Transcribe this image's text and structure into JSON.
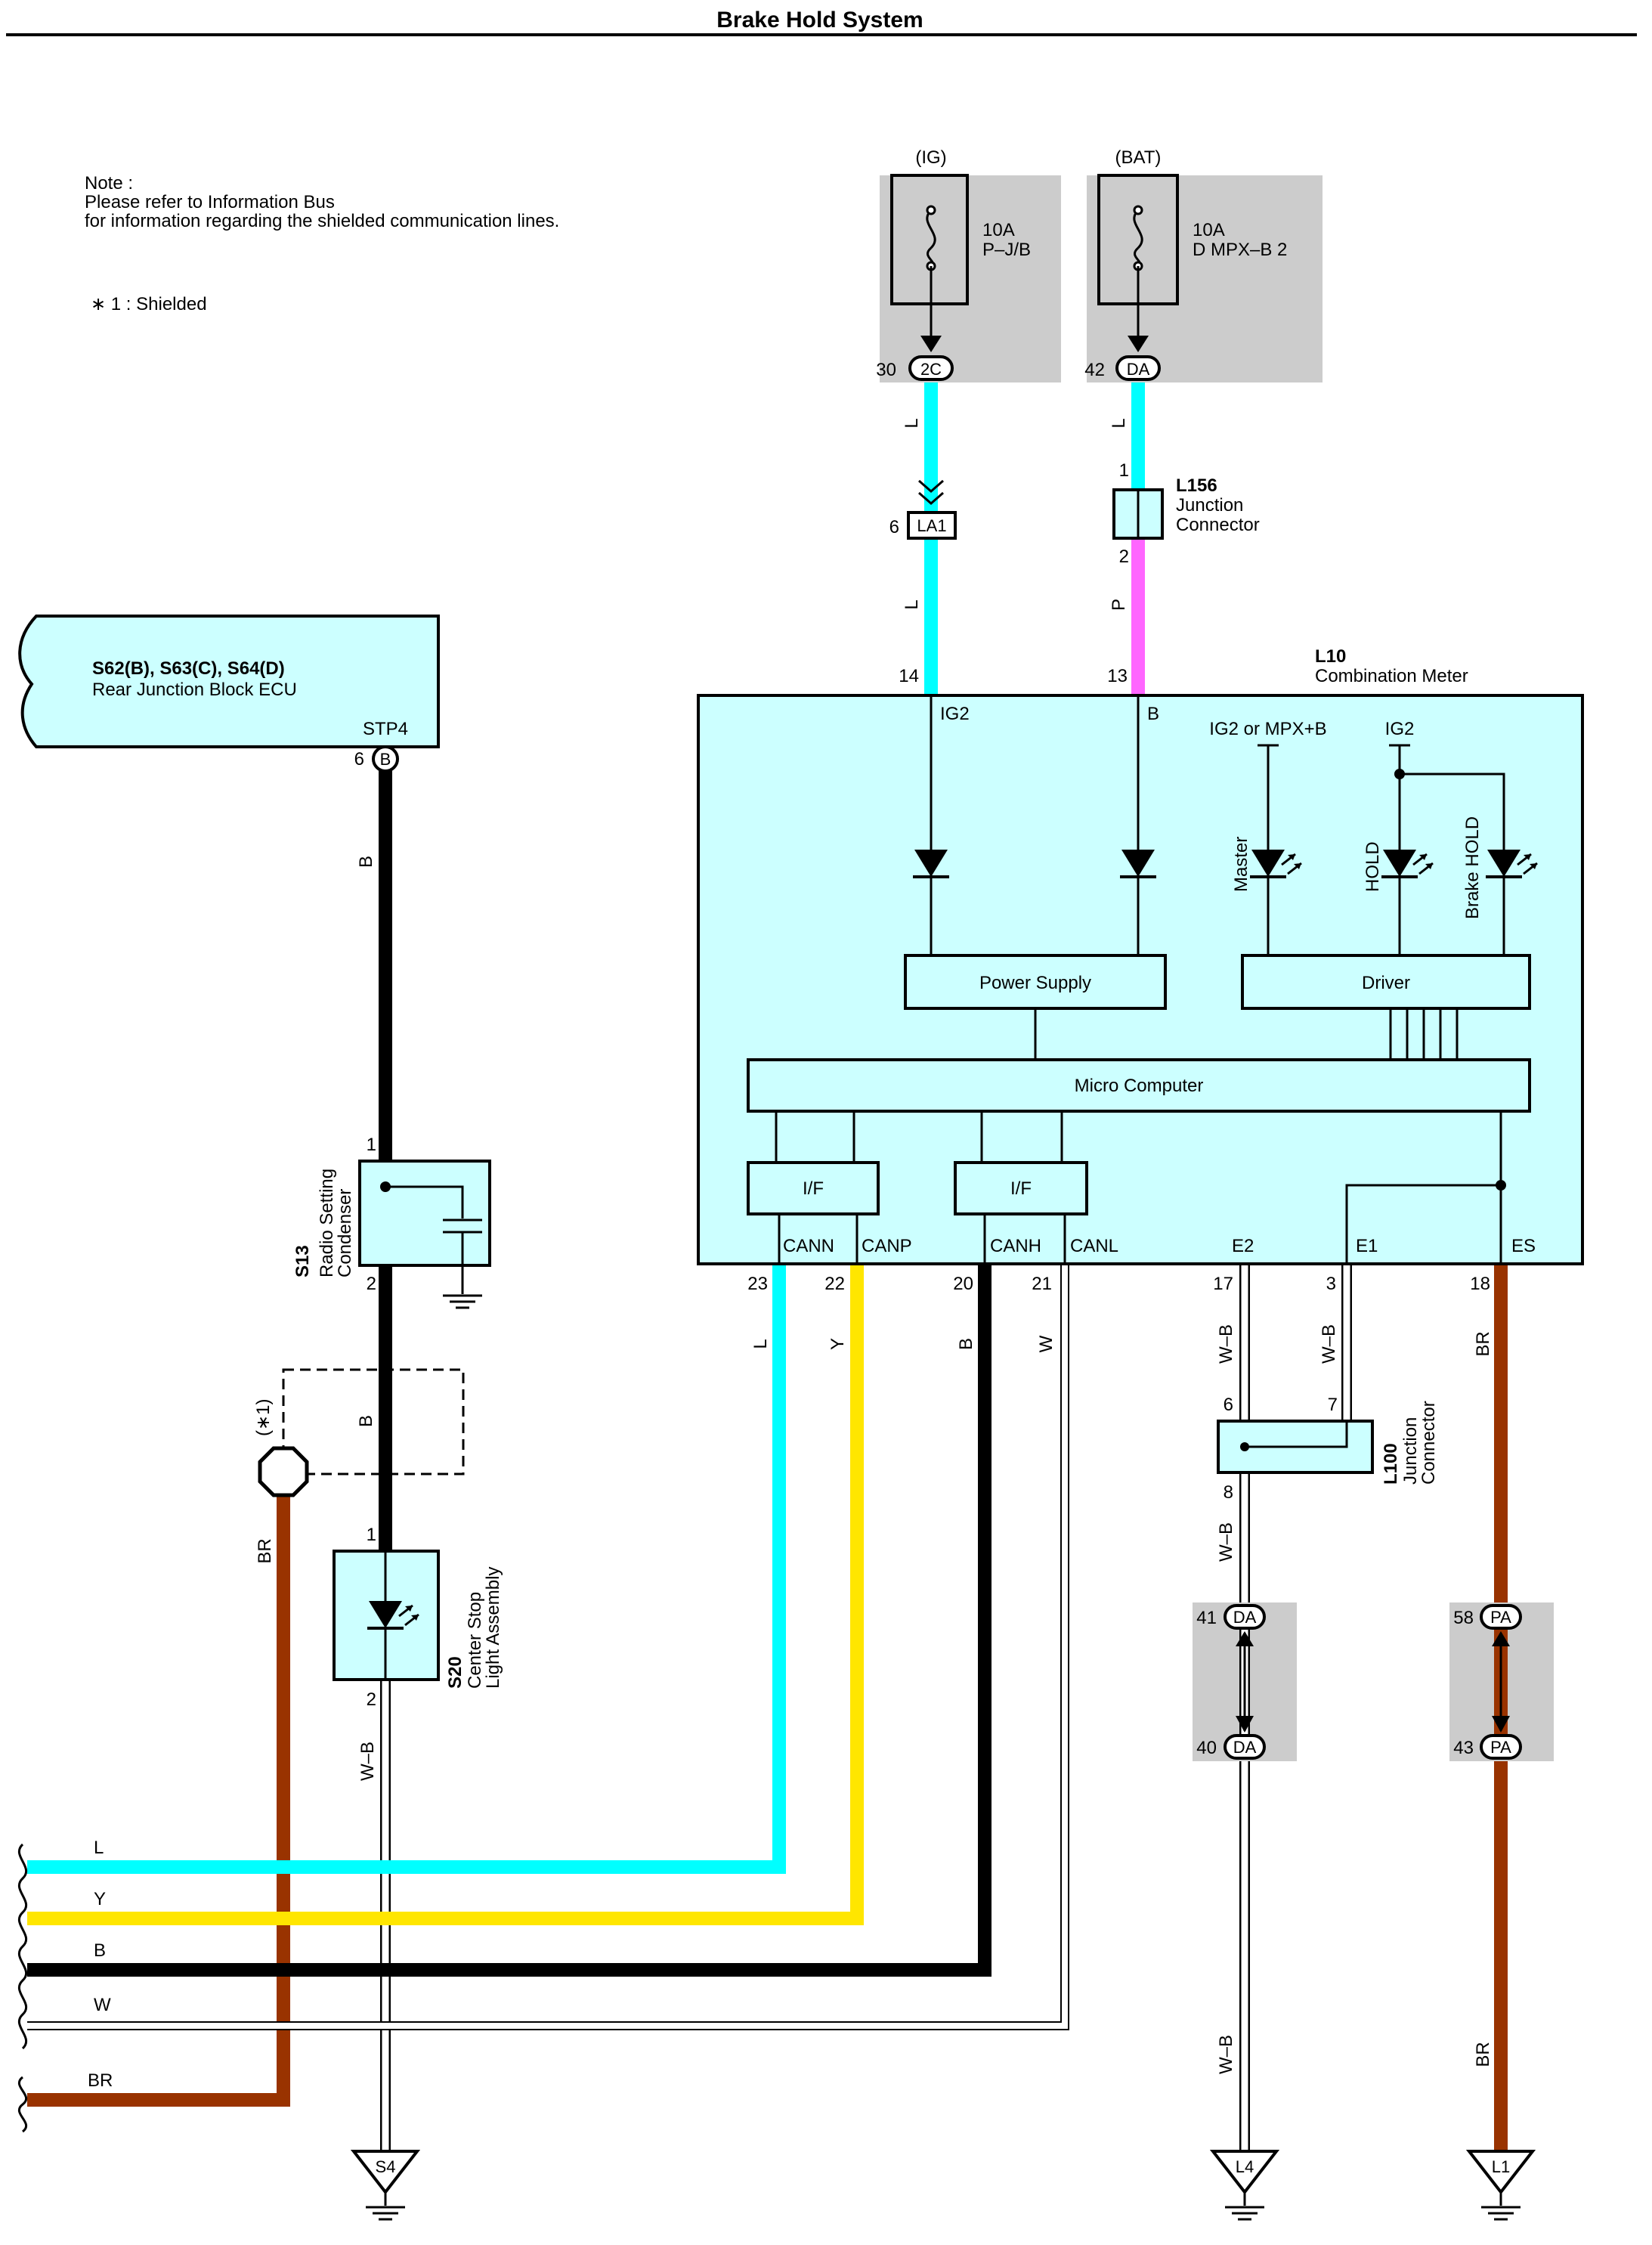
{
  "title": "Brake Hold System",
  "note": {
    "heading": "Note :",
    "line1": "Please refer to Information Bus",
    "line2": "for information regarding the shielded communication lines.",
    "shield_note": "∗ 1 : Shielded"
  },
  "colors": {
    "L": "#00ffff",
    "Y": "#ffe600",
    "B": "#000000",
    "W": "#ffffff",
    "BR": "#993300",
    "P": "#ff66ff",
    "WB": "#ffffff",
    "component_fill": "#ccffff",
    "fuse_box": "#cccccc"
  },
  "fuses": {
    "ig": {
      "source": "(IG)",
      "rating": "10A",
      "name": "P–J/B",
      "pin": "30",
      "connector": "2C"
    },
    "bat": {
      "source": "(BAT)",
      "rating": "10A",
      "name": "D MPX–B 2",
      "pin": "42",
      "connector": "DA"
    }
  },
  "la1": {
    "pin": "6",
    "label": "LA1"
  },
  "l156": {
    "code": "L156",
    "line1": "Junction",
    "line2": "Connector",
    "pin_in": "1",
    "pin_out": "2"
  },
  "wire_labels": {
    "l": "L",
    "p": "P",
    "b": "B",
    "y": "Y",
    "w": "W",
    "br": "BR",
    "wb": "W–B"
  },
  "rear_jb": {
    "code": "S62(B), S63(C), S64(D)",
    "name": "Rear Junction Block ECU",
    "terminal": "STP4",
    "pin": "6",
    "connector": "B"
  },
  "s13": {
    "code": "S13",
    "line1": "Radio Setting",
    "line2": "Condenser",
    "pin_top": "1",
    "pin_bottom": "2"
  },
  "shield": {
    "label": "(∗1)"
  },
  "s20": {
    "code": "S20",
    "line1": "Center Stop",
    "line2": "Light Assembly",
    "pin_top": "1",
    "pin_bottom": "2"
  },
  "meter": {
    "code": "L10",
    "name": "Combination Meter",
    "pin_ig2": "14",
    "pin_b": "13",
    "term_ig2": "IG2",
    "term_b": "B",
    "supply_a": "IG2 or MPX+B",
    "supply_b": "IG2",
    "led_master": "Master",
    "led_hold": "HOLD",
    "led_brake_hold": "Brake HOLD",
    "power_supply": "Power Supply",
    "driver": "Driver",
    "micro_computer": "Micro Computer",
    "if1": "I/F",
    "if2": "I/F",
    "terms": {
      "cann": "CANN",
      "canp": "CANP",
      "canh": "CANH",
      "canl": "CANL",
      "e2": "E2",
      "e1": "E1",
      "es": "ES"
    },
    "pins": {
      "cann": "23",
      "canp": "22",
      "canh": "20",
      "canl": "21",
      "e2": "17",
      "e1": "3",
      "es": "18"
    }
  },
  "l100": {
    "code": "L100",
    "line1": "Junction",
    "line2": "Connector",
    "pin_a": "6",
    "pin_b": "7",
    "pin_c": "8"
  },
  "conn_da": {
    "pin_top": "41",
    "label_top": "DA",
    "pin_bottom": "40",
    "label_bottom": "DA"
  },
  "conn_pa": {
    "pin_top": "58",
    "label_top": "PA",
    "pin_bottom": "43",
    "label_bottom": "PA"
  },
  "grounds": {
    "s4": "S4",
    "l4": "L4",
    "l1": "L1"
  },
  "bus_labels": {
    "l": "L",
    "y": "Y",
    "b": "B",
    "w": "W",
    "br": "BR"
  }
}
